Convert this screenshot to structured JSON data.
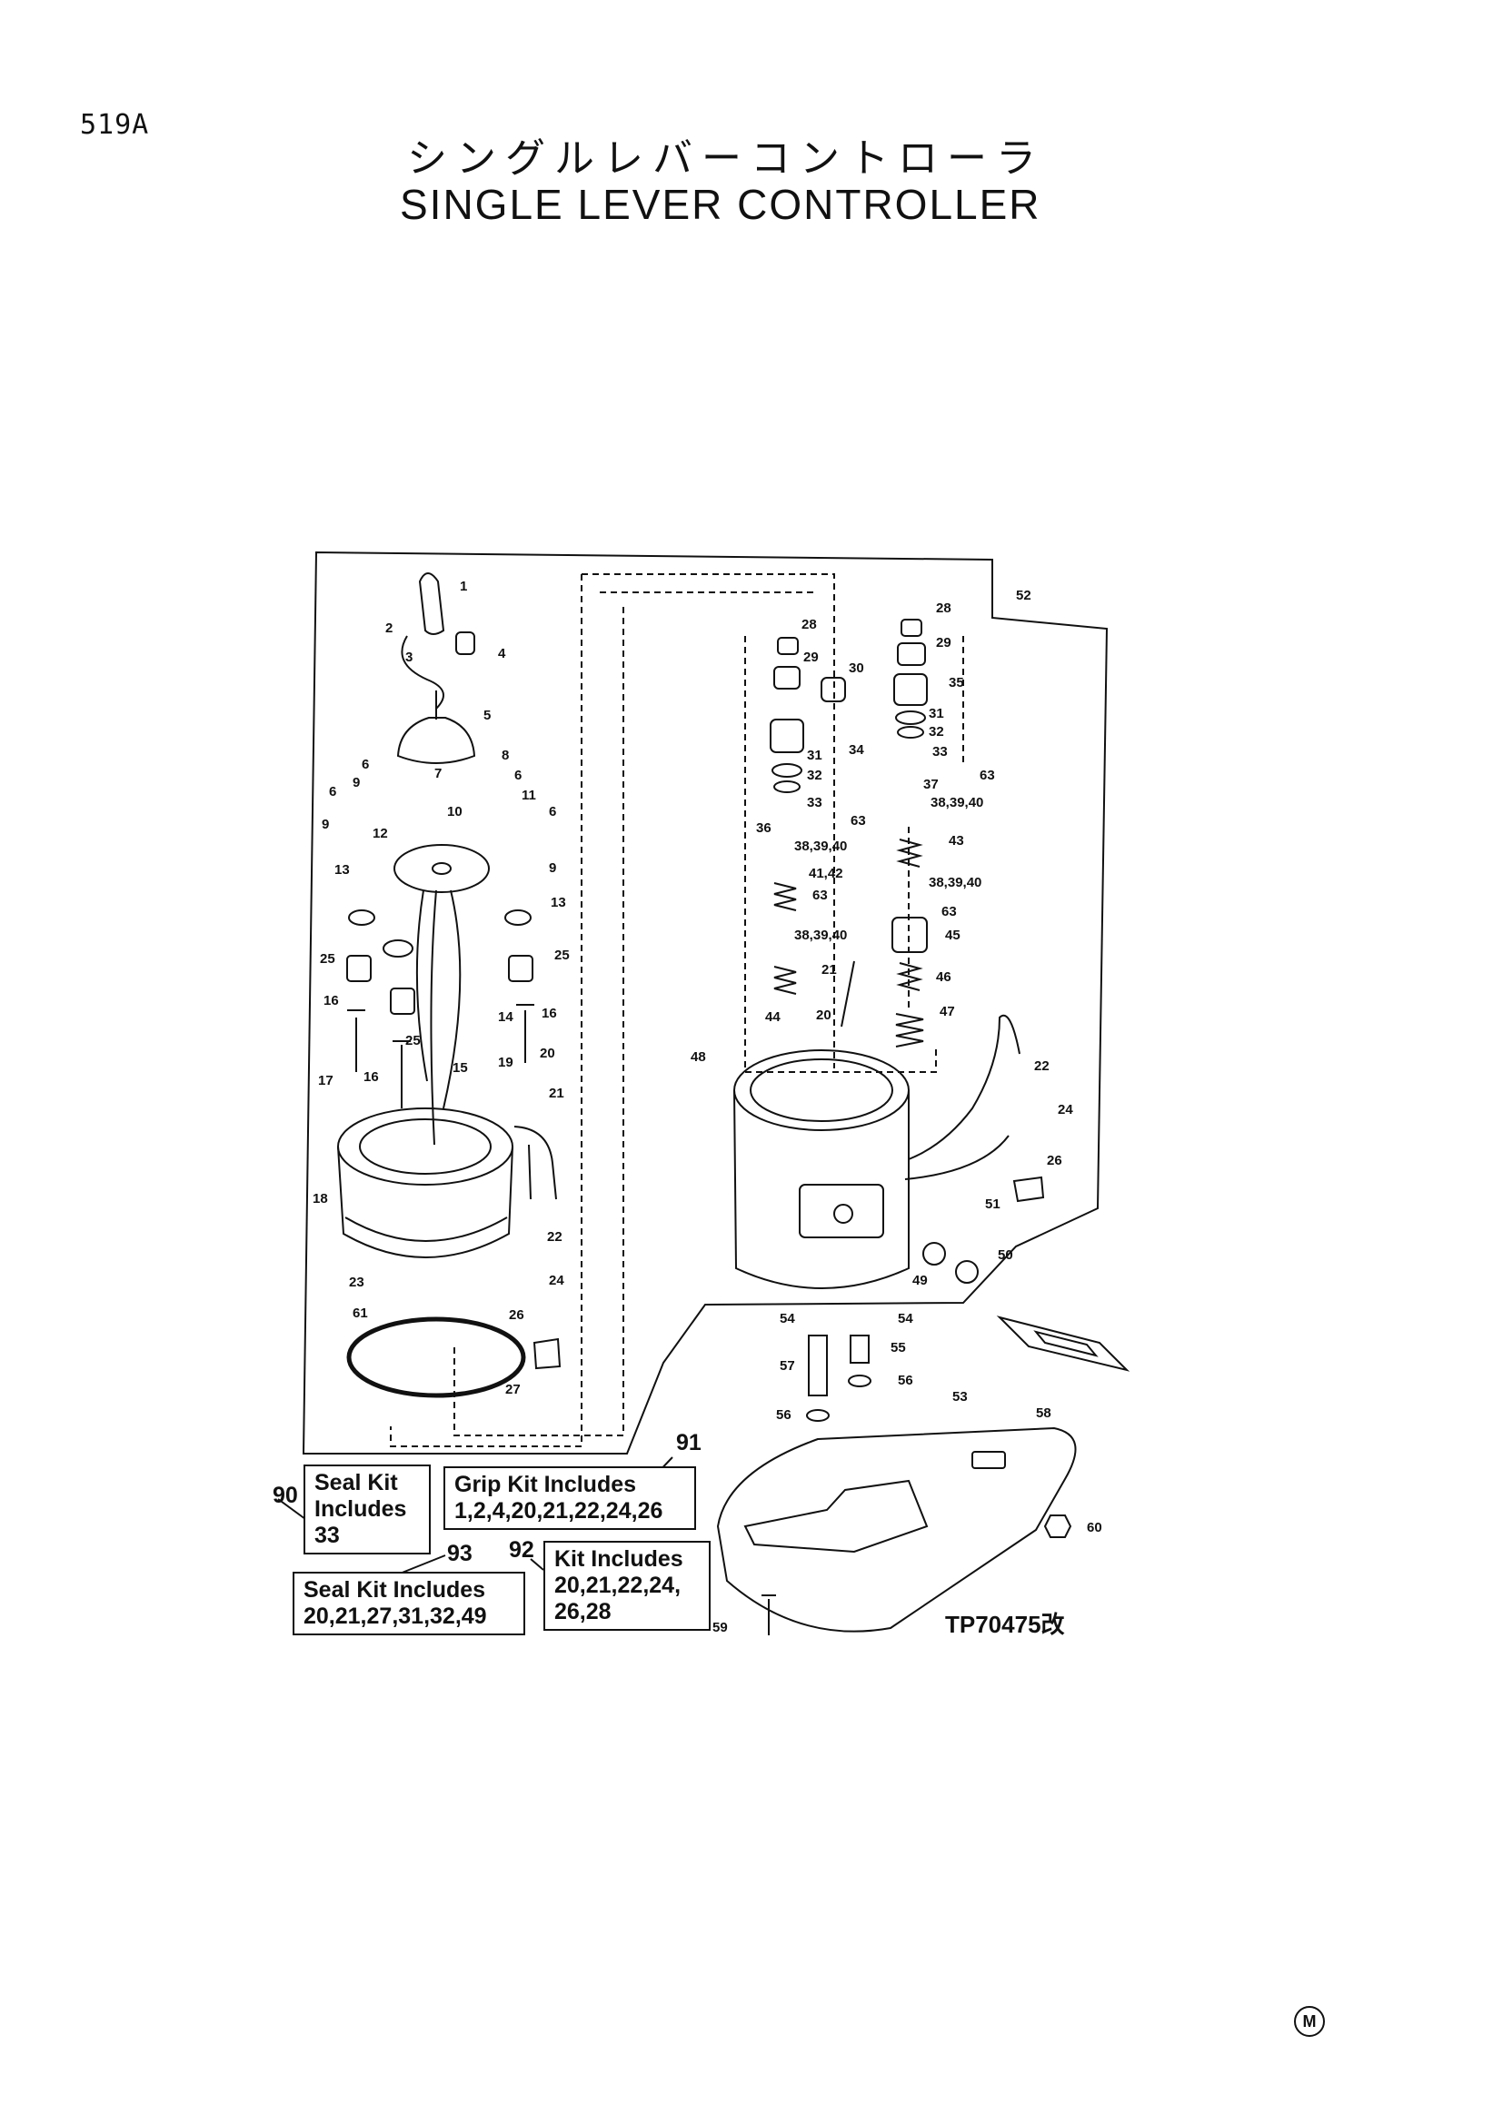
{
  "page_code": "519A",
  "title_jp": "シングルレバーコントローラ",
  "title_en": "SINGLE LEVER CONTROLLER",
  "drawing_ref": "TP70475改",
  "maker_mark": "M",
  "part_numbers": [
    "1",
    "2",
    "3",
    "4",
    "5",
    "6",
    "6",
    "6",
    "6",
    "8",
    "9",
    "9",
    "9",
    "10",
    "11",
    "12",
    "13",
    "13",
    "14",
    "15",
    "16",
    "16",
    "16",
    "17",
    "18",
    "19",
    "20",
    "20",
    "21",
    "21",
    "22",
    "22",
    "23",
    "24",
    "24",
    "25",
    "25",
    "25",
    "26",
    "26",
    "27",
    "28",
    "28",
    "29",
    "29",
    "30",
    "31",
    "31",
    "32",
    "32",
    "33",
    "33",
    "34",
    "35",
    "36",
    "37",
    "38,39,40",
    "38,39,40",
    "38,39,40",
    "38,39,40",
    "41,42",
    "43",
    "44",
    "45",
    "46",
    "47",
    "48",
    "49",
    "50",
    "51",
    "52",
    "53",
    "54",
    "54",
    "55",
    "56",
    "56",
    "57",
    "58",
    "59",
    "60",
    "61",
    "63",
    "63",
    "63",
    "63",
    "7"
  ],
  "kits": [
    {
      "num": "90",
      "header": "Seal Kit",
      "line2": "Includes",
      "line3": "33"
    },
    {
      "num": "91",
      "header": "Grip Kit Includes",
      "line2": "1,2,4,20,21,22,24,26",
      "line3": ""
    },
    {
      "num": "92",
      "header": "Kit Includes",
      "line2": "20,21,22,24,",
      "line3": "26,28"
    },
    {
      "num": "93",
      "header": "Seal Kit Includes",
      "line2": "20,21,27,31,32,49",
      "line3": ""
    }
  ]
}
